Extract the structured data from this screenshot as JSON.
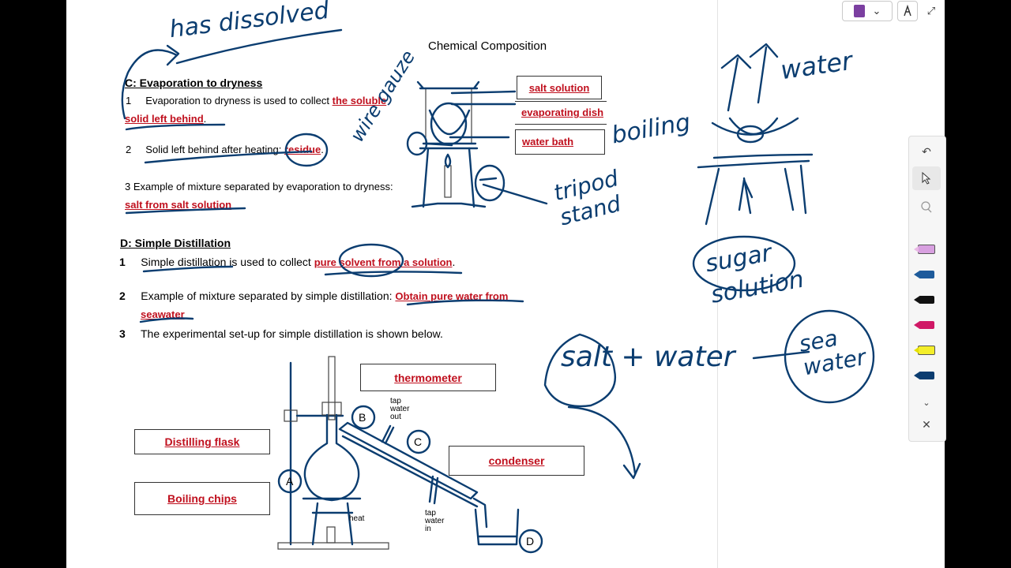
{
  "page": {
    "heading": "Chemical Composition",
    "section_c": {
      "title": "C: Evaporation to dryness",
      "item1_num": "1",
      "item1_text": "Evaporation to dryness is used to collect",
      "item1_answer_a": "the soluble",
      "item1_answer_b": "solid left behind",
      "item1_end": ".",
      "item2_num": "2",
      "item2_text": "Solid left behind after heating:",
      "item2_answer": "residue",
      "item2_end": ".",
      "item3_text": "3 Example of mixture separated by evaporation to dryness:",
      "item3_answer": "salt from salt solution",
      "labels": [
        "salt solution",
        "evaporating dish",
        "water bath"
      ]
    },
    "section_d": {
      "title": "D: Simple Distillation",
      "item1_num": "1",
      "item1_text": "Simple distillation is used to collect",
      "item1_answer": "pure solvent from a solution",
      "item1_end": ".",
      "item2_num": "2",
      "item2_text": "Example of mixture separated by simple distillation:",
      "item2_answer_a": "Obtain pure water from",
      "item2_answer_b": "seawater",
      "item3_num": "3",
      "item3_text": "The experimental set-up for simple distillation is shown below.",
      "labels": {
        "thermometer": "thermometer",
        "distilling_flask": "Distilling flask",
        "condenser": "condenser",
        "boiling_chips": "Boiling chips"
      },
      "diagram_text": {
        "tap_out": [
          "tap",
          "water",
          "out"
        ],
        "tap_in": [
          "tap",
          "water",
          "in"
        ],
        "heat": "heat",
        "marker_a": "A",
        "marker_b": "B",
        "marker_c": "C",
        "marker_d": "D"
      }
    }
  },
  "annotations": {
    "has_dissolved": "has dissolved",
    "wire_gauze": "wire gauze",
    "boiling": "boiling",
    "tripod_stand": "tripod stand",
    "water": "water",
    "sugar_solution": "sugar solution",
    "salt_water": "salt + water",
    "sea_water": "sea water"
  },
  "toolbar": {
    "notebook_icon": "notebook-icon",
    "chevron": "⌄",
    "pen_icon": "pen-icon",
    "expand": "⤢"
  },
  "side_toolbar": {
    "undo": "↶",
    "close": "✕"
  },
  "colors": {
    "answer_red": "#c0101e",
    "ink_blue": "#0b3d70",
    "notebook_purple": "#7b3fa0"
  }
}
